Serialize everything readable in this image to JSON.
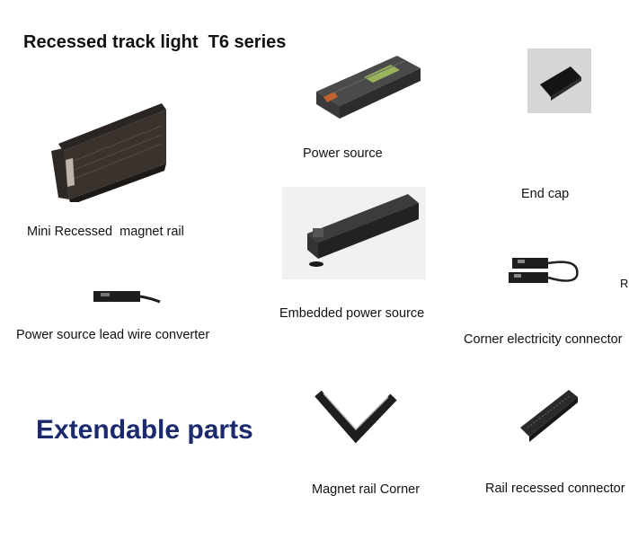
{
  "title": "Recessed track light  T6 series",
  "products": {
    "magnet_rail": "Mini Recessed  magnet rail",
    "power_source": "Power source",
    "end_cap": "End cap",
    "embedded_power_source": "Embedded power source",
    "lead_wire_converter": "Power source lead wire converter",
    "corner_electricity_connector": "Corner electricity connector",
    "magnet_rail_corner": "Magnet rail Corner",
    "rail_recessed_connector": "Rail recessed connector"
  },
  "section_heading": "Extendable parts",
  "clipped_label": "R",
  "colors": {
    "heading_blue": "#1a2a6c",
    "product_black": "#1b1b1b"
  }
}
